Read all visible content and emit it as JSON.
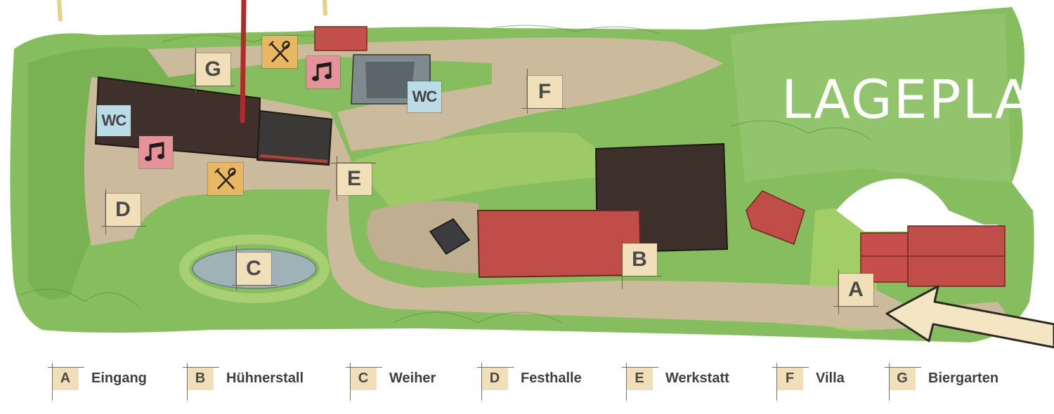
{
  "map": {
    "title": "LAGEPLAN",
    "markers": {
      "A": "A",
      "B": "B",
      "C": "C",
      "D": "D",
      "E": "E",
      "F": "F",
      "G": "G"
    },
    "wc_label": "WC"
  },
  "legend": [
    {
      "key": "A",
      "label": "Eingang"
    },
    {
      "key": "B",
      "label": "Hühnerstall"
    },
    {
      "key": "C",
      "label": "Weiher"
    },
    {
      "key": "D",
      "label": "Festhalle"
    },
    {
      "key": "E",
      "label": "Werkstatt"
    },
    {
      "key": "F",
      "label": "Villa"
    },
    {
      "key": "G",
      "label": "Biergarten"
    }
  ],
  "colors": {
    "marker_bg": "#f0dfb8",
    "wc_bg": "#b9dce6",
    "music_bg": "#e6929a",
    "food_bg": "#e7b764",
    "vegetation": "#7fb85a",
    "path": "#c9b99c",
    "building_red": "#c4504a",
    "building_dark": "#3e2f2a"
  },
  "icons": [
    "wc-icon",
    "music-note-icon",
    "fork-spoon-icon",
    "entrance-arrow-icon"
  ]
}
